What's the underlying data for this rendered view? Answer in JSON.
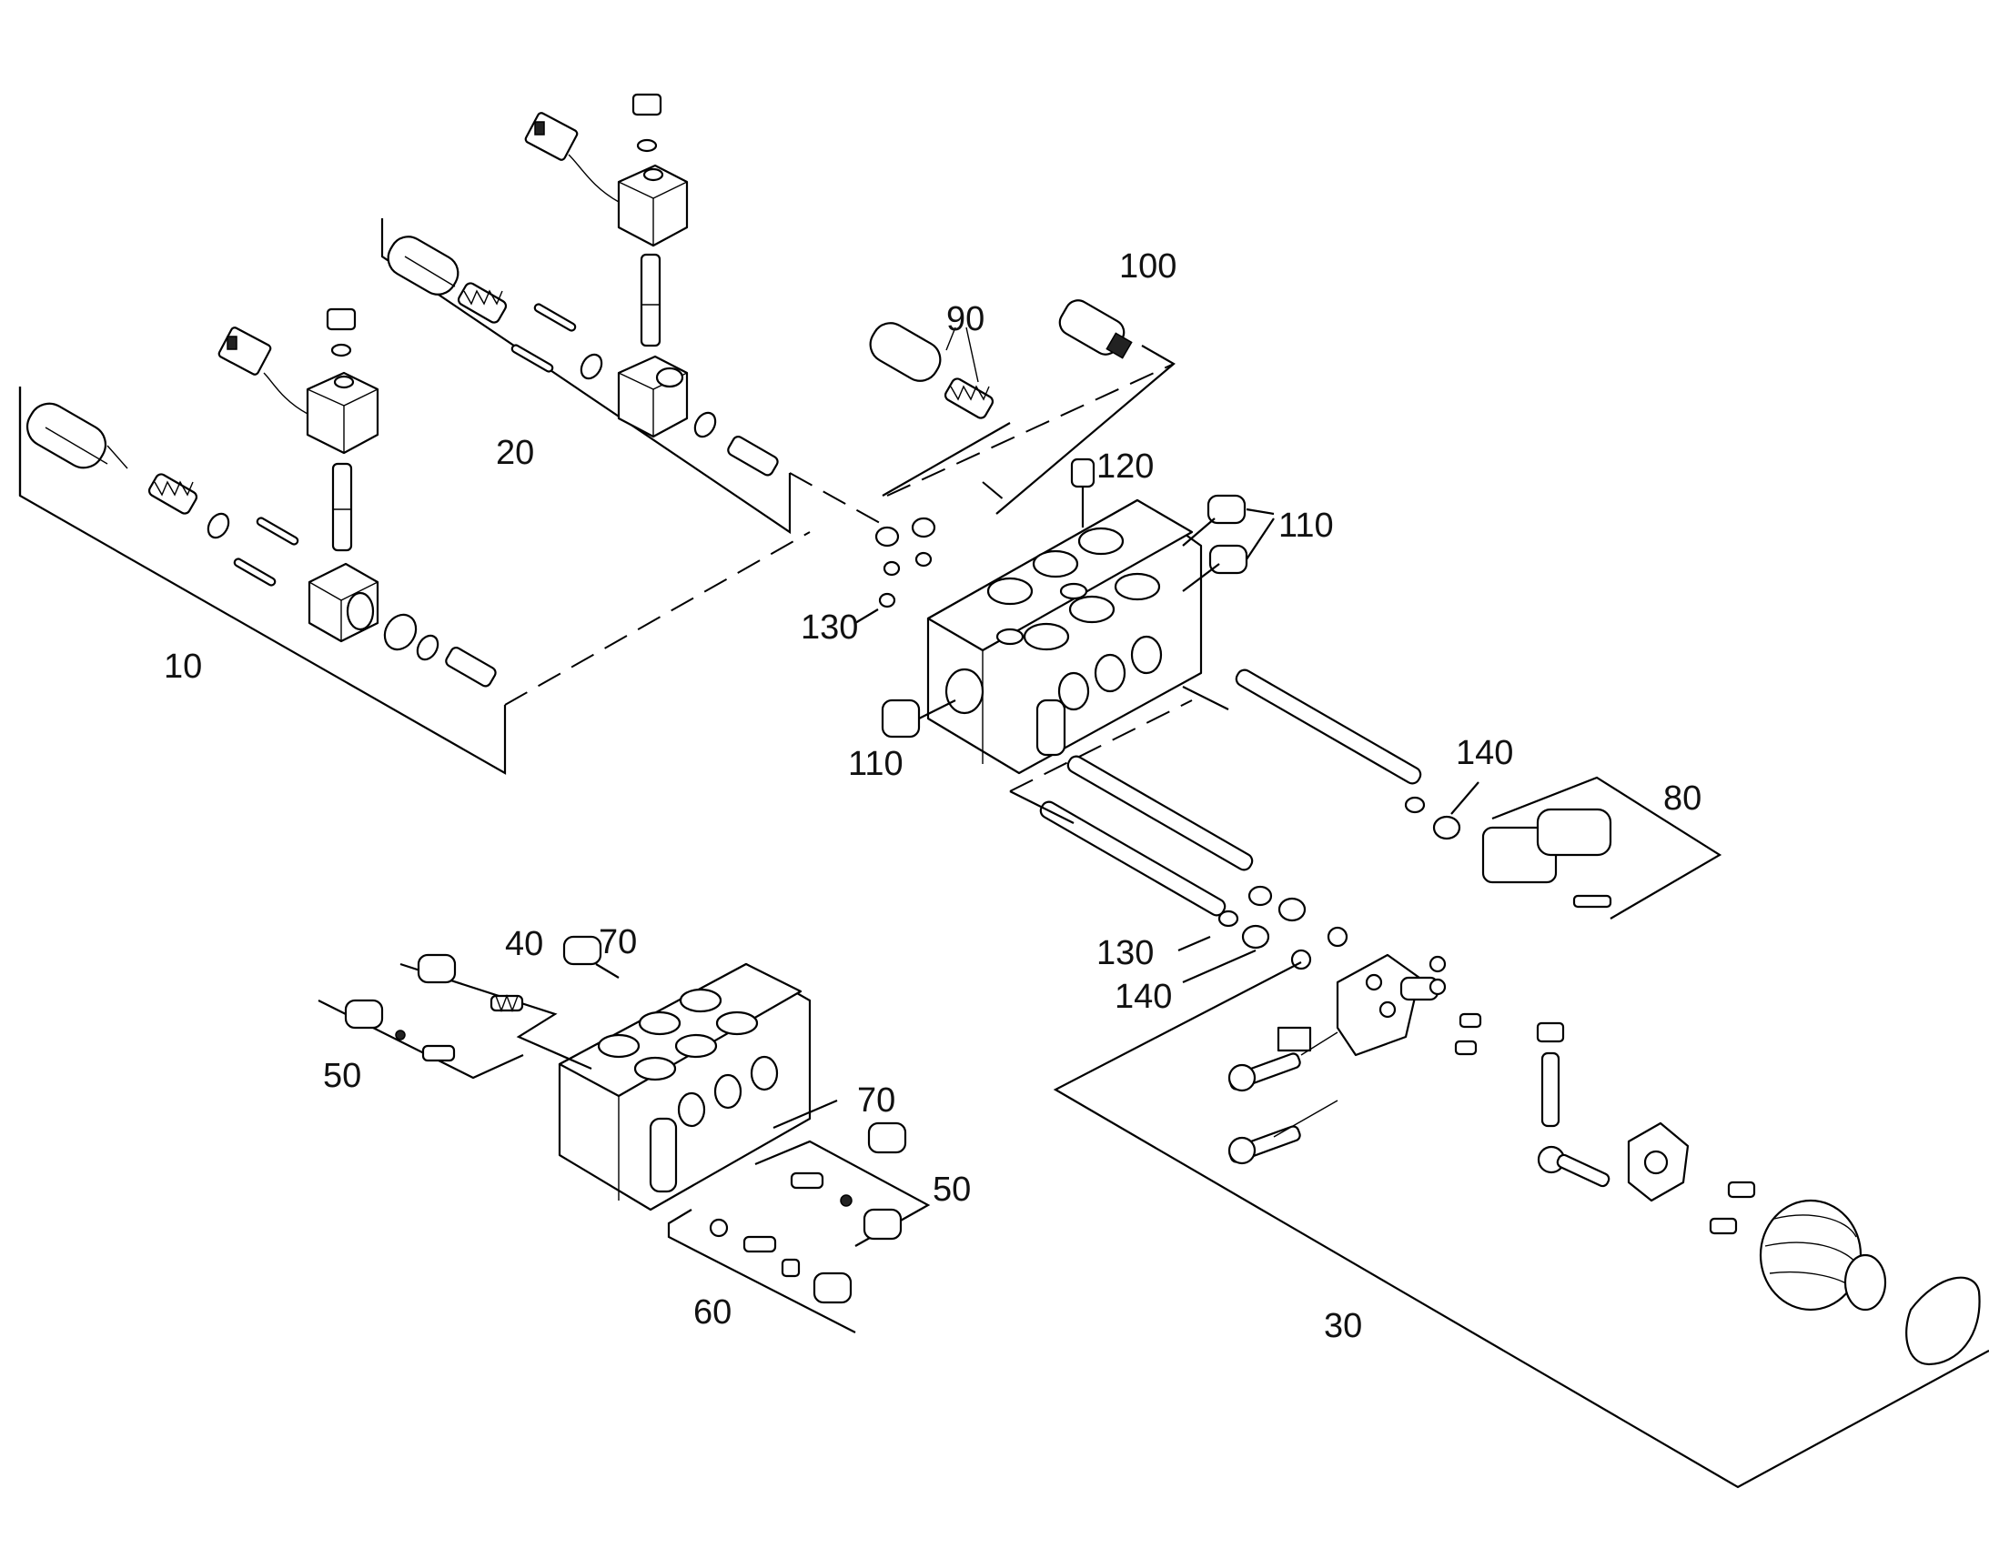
{
  "diagram": {
    "callouts": [
      {
        "id": "c100",
        "text": "100"
      },
      {
        "id": "c90",
        "text": "90"
      },
      {
        "id": "c20",
        "text": "20"
      },
      {
        "id": "c120",
        "text": "120"
      },
      {
        "id": "c110a",
        "text": "110"
      },
      {
        "id": "c130a",
        "text": "130"
      },
      {
        "id": "c10",
        "text": "10"
      },
      {
        "id": "c110b",
        "text": "110"
      },
      {
        "id": "c140a",
        "text": "140"
      },
      {
        "id": "c80",
        "text": "80"
      },
      {
        "id": "c40",
        "text": "40"
      },
      {
        "id": "c70a",
        "text": "70"
      },
      {
        "id": "c130b",
        "text": "130"
      },
      {
        "id": "c140b",
        "text": "140"
      },
      {
        "id": "c50a",
        "text": "50"
      },
      {
        "id": "c70b",
        "text": "70"
      },
      {
        "id": "c50b",
        "text": "50"
      },
      {
        "id": "c60",
        "text": "60"
      },
      {
        "id": "c30",
        "text": "30"
      }
    ]
  }
}
